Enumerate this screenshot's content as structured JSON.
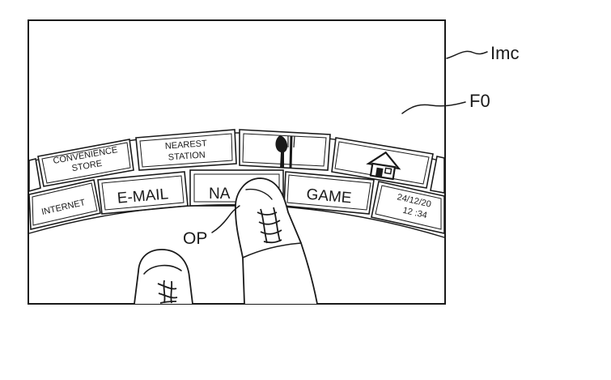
{
  "labels": {
    "screen_ref": "Imc",
    "field_ref": "F0",
    "operation_ref": "OP"
  },
  "outer_row": {
    "convenience_store_line1": "CONVENIENCE",
    "convenience_store_line2": "STORE",
    "nearest_station_line1": "NEAREST",
    "nearest_station_line2": "STATION"
  },
  "inner_row": {
    "internet": "INTERNET",
    "email": "E-MAIL",
    "navi_partial": "NA",
    "game": "GAME",
    "date": "24/12/20",
    "time": "12 :34"
  },
  "icons": {
    "restaurant": "fork-knife-icon",
    "home": "house-icon"
  },
  "colors": {
    "ink": "#1a1a1a",
    "paper": "#ffffff"
  }
}
